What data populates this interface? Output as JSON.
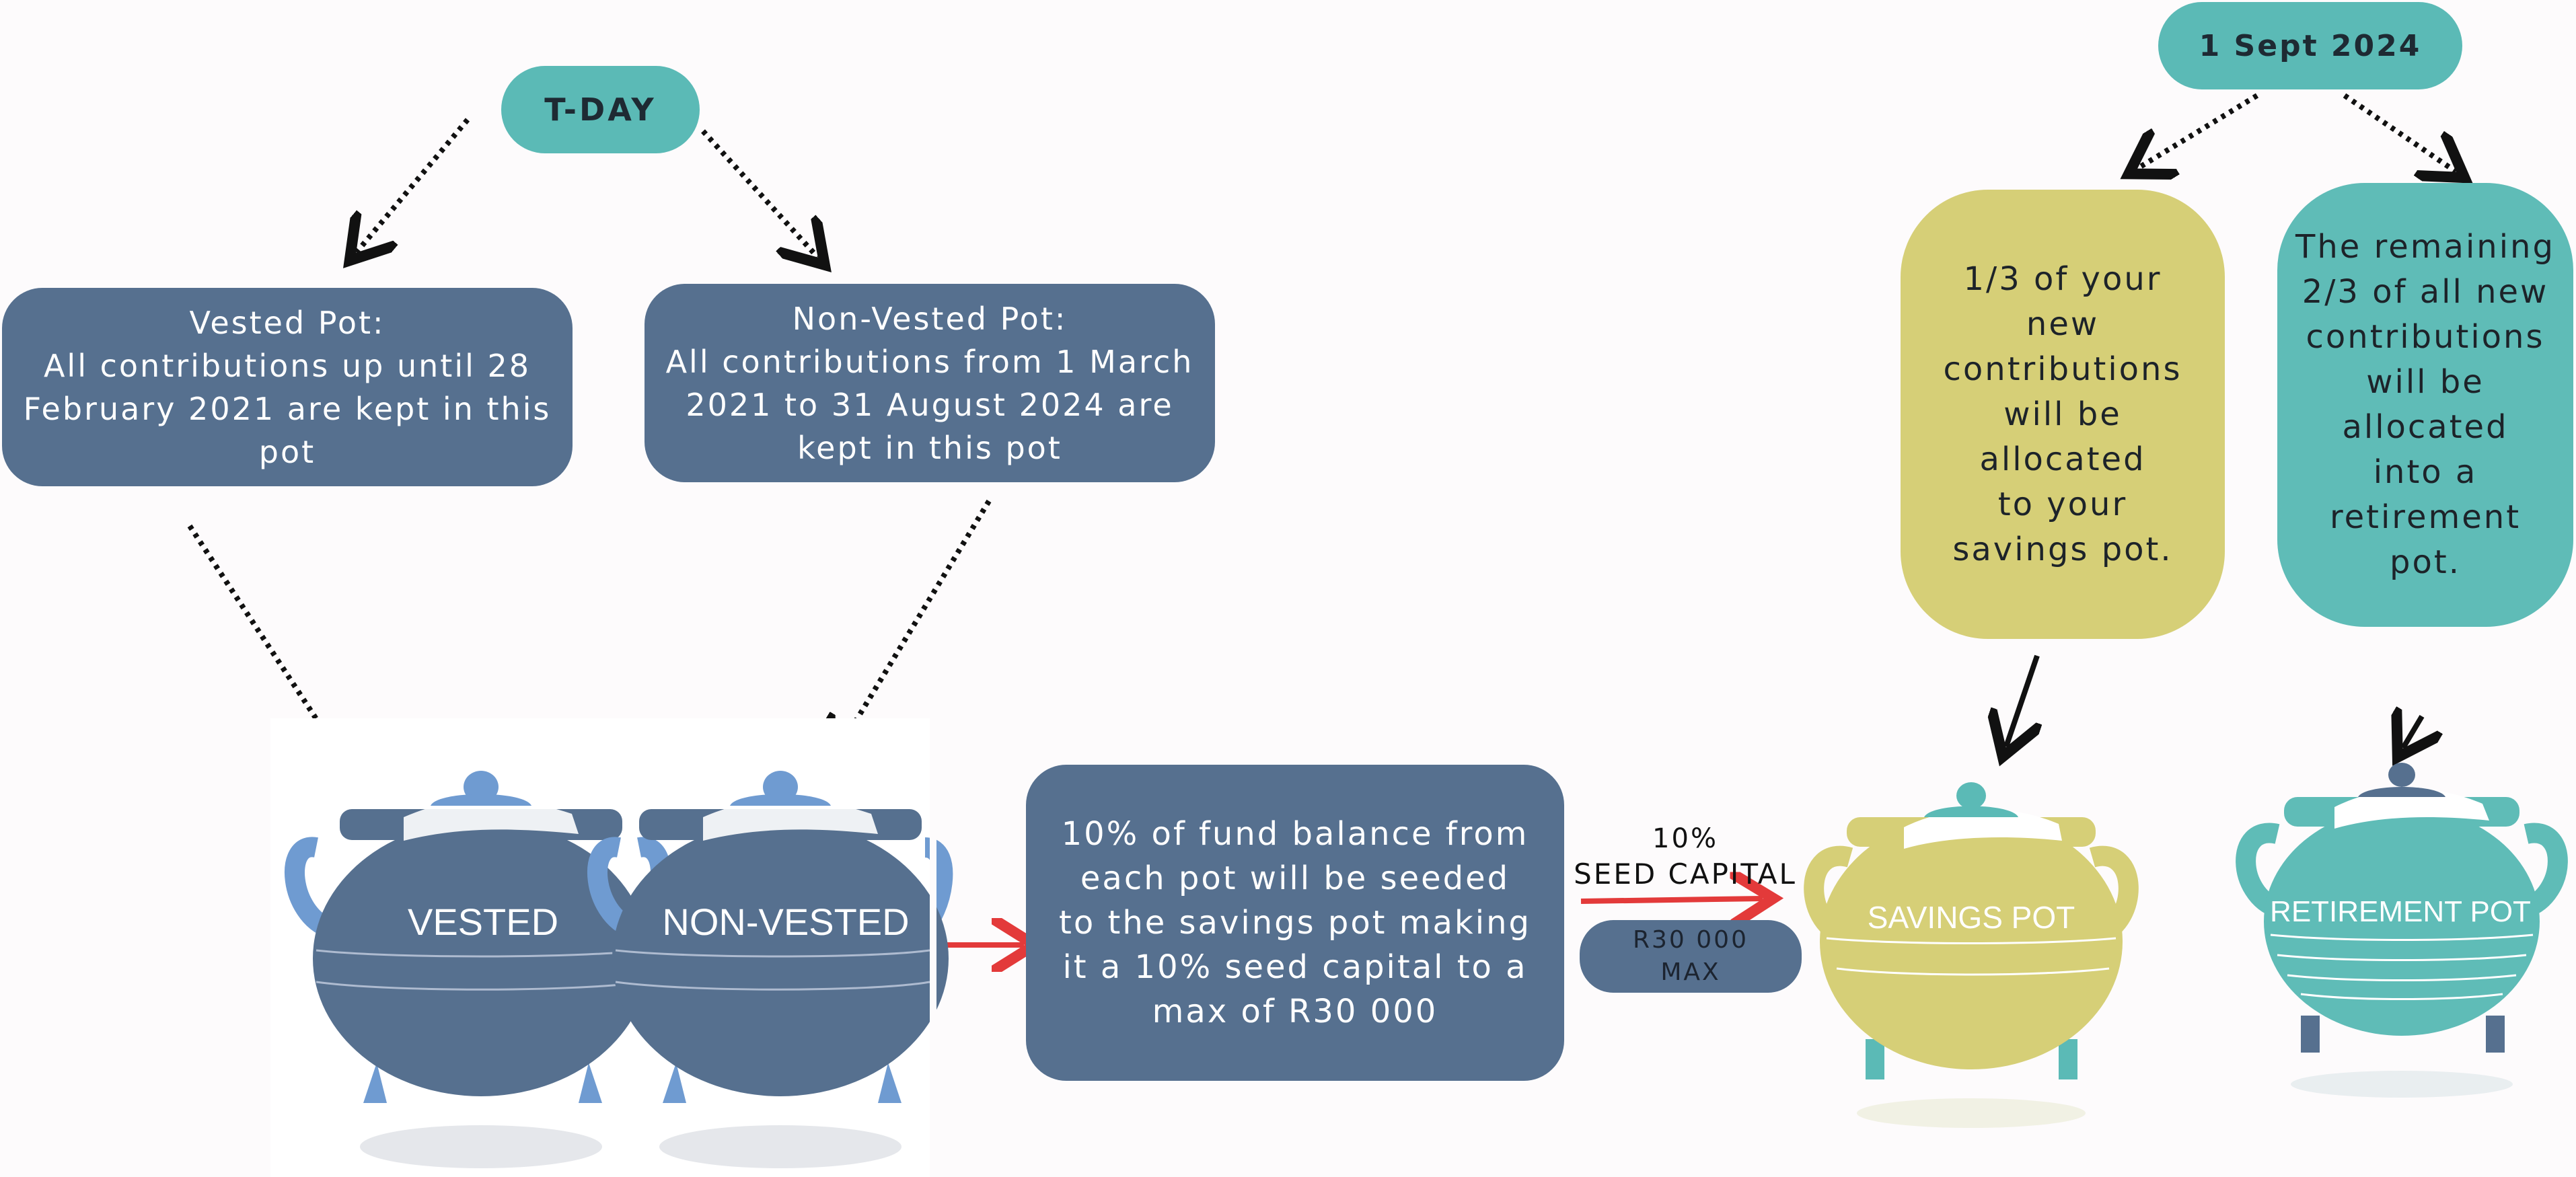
{
  "t_day": {
    "label": "T-DAY"
  },
  "sept": {
    "label": "1 Sept 2024"
  },
  "vested_box": {
    "lines": [
      "Vested Pot:",
      "All contributions up until 28",
      "February 2021 are kept in this",
      "pot"
    ]
  },
  "nonvested_box": {
    "lines": [
      "Non-Vested Pot:",
      "All contributions from 1 March",
      "2021 to 31 August 2024 are",
      "kept in this pot"
    ]
  },
  "seed_box": {
    "lines": [
      "10% of fund balance from",
      "each pot will be seeded",
      "to the savings pot making",
      "it a 10% seed capital to a",
      "max of R30 000"
    ]
  },
  "seed_label": {
    "pct": "10%",
    "text": "SEED CAPITAL"
  },
  "max_pill": {
    "line1": "R30 000",
    "line2": "MAX"
  },
  "savings_box": {
    "lines": [
      "1/3 of your",
      "new",
      "contributions",
      "will be",
      "allocated",
      "to your",
      "savings pot."
    ]
  },
  "retirement_box": {
    "lines": [
      "The remaining",
      "2/3 of all new",
      "contributions",
      "will be",
      "allocated",
      "into a",
      "retirement",
      "pot."
    ]
  },
  "pots": {
    "vested": "VESTED",
    "nonvested": "NON-VESTED",
    "savings": "SAVINGS POT",
    "retirement": "RETIREMENT POT"
  },
  "colors": {
    "teal": "#5bbab6",
    "blue": "#56708f",
    "yellow": "#d6cf77",
    "arrow_red": "#e33a3a"
  }
}
